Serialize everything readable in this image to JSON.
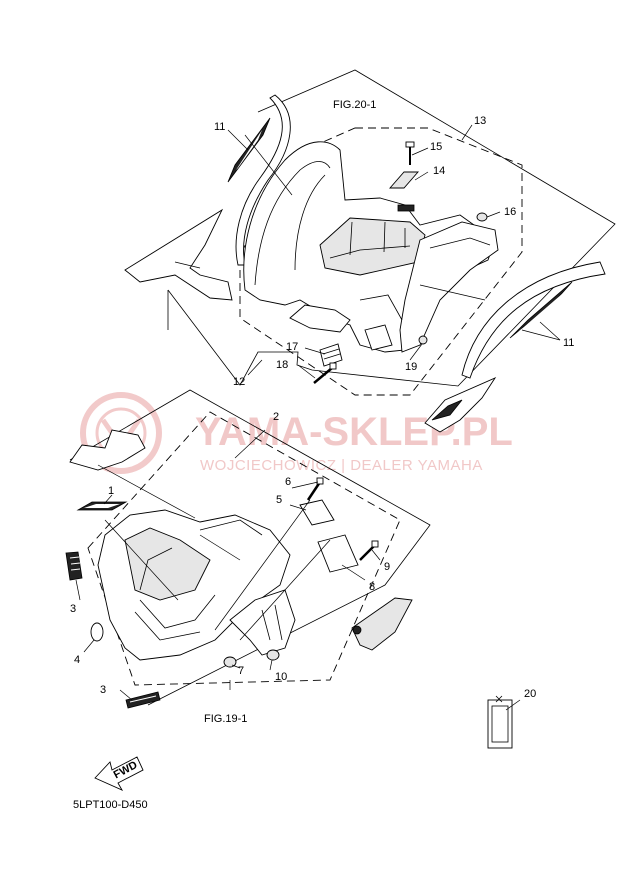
{
  "watermark": {
    "main": "YAMA-SKLEP.PL",
    "sub": "WOJCIECHOWICZ | DEALER YAMAHA",
    "color": "#e8a0a0"
  },
  "figure_refs": {
    "top": "FIG.20-1",
    "bottom": "FIG.19-1"
  },
  "callouts": {
    "c1": "1",
    "c2": "2",
    "c3a": "3",
    "c3b": "3",
    "c4": "4",
    "c5": "5",
    "c6": "6",
    "c7": "7",
    "c8": "8",
    "c9": "9",
    "c10": "10",
    "c11a": "11",
    "c11b": "11",
    "c12": "12",
    "c13": "13",
    "c14": "14",
    "c15": "15",
    "c16": "16",
    "c17": "17",
    "c18": "18",
    "c19": "19",
    "c20": "20"
  },
  "fwd_label": "FWD",
  "diagram_code": "5LPT100-D450"
}
